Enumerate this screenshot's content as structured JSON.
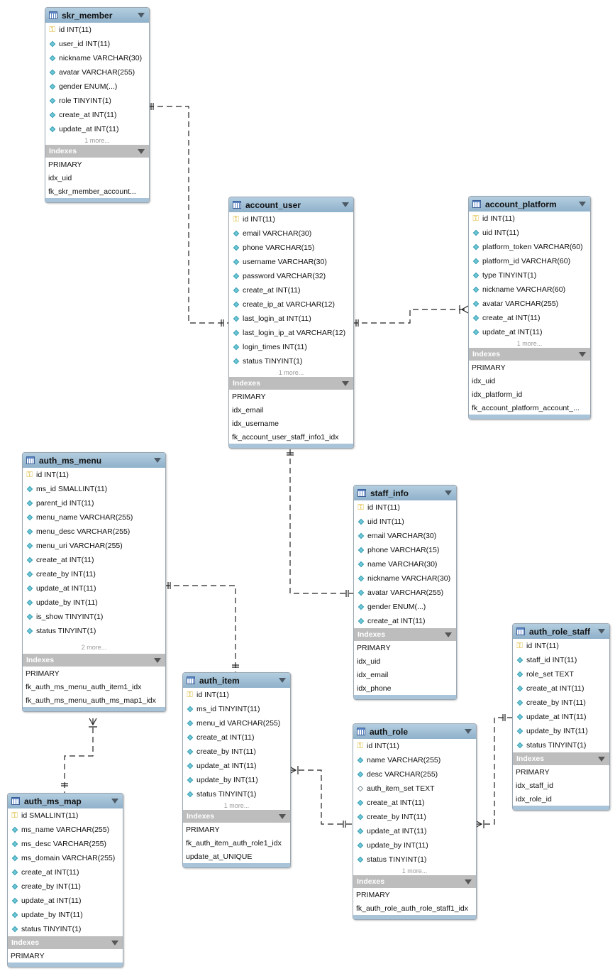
{
  "tables": [
    {
      "name": "skr_member",
      "columns": [
        {
          "text": "id INT(11)",
          "icon": "key-icon"
        },
        {
          "text": "user_id INT(11)",
          "icon": "column-icon"
        },
        {
          "text": "nickname VARCHAR(30)",
          "icon": "column-icon"
        },
        {
          "text": "avatar VARCHAR(255)",
          "icon": "column-icon"
        },
        {
          "text": "gender ENUM(...)",
          "icon": "column-icon"
        },
        {
          "text": "role TINYINT(1)",
          "icon": "column-icon"
        },
        {
          "text": "create_at INT(11)",
          "icon": "column-icon"
        },
        {
          "text": "update_at INT(11)",
          "icon": "column-icon"
        }
      ],
      "more": "1 more...",
      "indexes_label": "Indexes",
      "indexes": [
        "PRIMARY",
        "idx_uid",
        "fk_skr_member_account..."
      ]
    },
    {
      "name": "account_user",
      "columns": [
        {
          "text": "id INT(11)",
          "icon": "key-icon"
        },
        {
          "text": "email VARCHAR(30)",
          "icon": "column-icon"
        },
        {
          "text": "phone VARCHAR(15)",
          "icon": "column-icon"
        },
        {
          "text": "username VARCHAR(30)",
          "icon": "column-icon"
        },
        {
          "text": "password VARCHAR(32)",
          "icon": "column-icon"
        },
        {
          "text": "create_at INT(11)",
          "icon": "column-icon"
        },
        {
          "text": "create_ip_at VARCHAR(12)",
          "icon": "column-icon"
        },
        {
          "text": "last_login_at INT(11)",
          "icon": "column-icon"
        },
        {
          "text": "last_login_ip_at VARCHAR(12)",
          "icon": "column-icon"
        },
        {
          "text": "login_times INT(11)",
          "icon": "column-icon"
        },
        {
          "text": "status TINYINT(1)",
          "icon": "column-icon"
        }
      ],
      "more": "1 more...",
      "indexes_label": "Indexes",
      "indexes": [
        "PRIMARY",
        "idx_email",
        "idx_username",
        "fk_account_user_staff_info1_idx"
      ]
    },
    {
      "name": "account_platform",
      "columns": [
        {
          "text": "id INT(11)",
          "icon": "key-icon"
        },
        {
          "text": "uid INT(11)",
          "icon": "column-icon"
        },
        {
          "text": "platform_token VARCHAR(60)",
          "icon": "column-icon"
        },
        {
          "text": "platform_id VARCHAR(60)",
          "icon": "column-icon"
        },
        {
          "text": "type TINYINT(1)",
          "icon": "column-icon"
        },
        {
          "text": "nickname VARCHAR(60)",
          "icon": "column-icon"
        },
        {
          "text": "avatar VARCHAR(255)",
          "icon": "column-icon"
        },
        {
          "text": "create_at INT(11)",
          "icon": "column-icon"
        },
        {
          "text": "update_at INT(11)",
          "icon": "column-icon"
        }
      ],
      "more": "1 more...",
      "indexes_label": "Indexes",
      "indexes": [
        "PRIMARY",
        "idx_uid",
        "idx_platform_id",
        "fk_account_platform_account_..."
      ]
    },
    {
      "name": "auth_ms_menu",
      "columns": [
        {
          "text": "id INT(11)",
          "icon": "key-icon"
        },
        {
          "text": "ms_id SMALLINT(11)",
          "icon": "column-icon"
        },
        {
          "text": "parent_id INT(11)",
          "icon": "column-icon"
        },
        {
          "text": "menu_name VARCHAR(255)",
          "icon": "column-icon"
        },
        {
          "text": "menu_desc VARCHAR(255)",
          "icon": "column-icon"
        },
        {
          "text": "menu_uri VARCHAR(255)",
          "icon": "column-icon"
        },
        {
          "text": "create_at INT(11)",
          "icon": "column-icon"
        },
        {
          "text": "create_by INT(11)",
          "icon": "column-icon"
        },
        {
          "text": "update_at INT(11)",
          "icon": "column-icon"
        },
        {
          "text": "update_by INT(11)",
          "icon": "column-icon"
        },
        {
          "text": "is_show TINYINT(1)",
          "icon": "column-icon"
        },
        {
          "text": "status TINYINT(1)",
          "icon": "column-icon"
        }
      ],
      "more": "2 more...",
      "indexes_label": "Indexes",
      "indexes": [
        "PRIMARY",
        "fk_auth_ms_menu_auth_item1_idx",
        "fk_auth_ms_menu_auth_ms_map1_idx"
      ]
    },
    {
      "name": "staff_info",
      "columns": [
        {
          "text": "id INT(11)",
          "icon": "key-icon"
        },
        {
          "text": "uid INT(11)",
          "icon": "column-icon"
        },
        {
          "text": "email VARCHAR(30)",
          "icon": "column-icon"
        },
        {
          "text": "phone VARCHAR(15)",
          "icon": "column-icon"
        },
        {
          "text": "name VARCHAR(30)",
          "icon": "column-icon"
        },
        {
          "text": "nickname VARCHAR(30)",
          "icon": "column-icon"
        },
        {
          "text": "avatar VARCHAR(255)",
          "icon": "column-icon"
        },
        {
          "text": "gender ENUM(...)",
          "icon": "column-icon"
        },
        {
          "text": "create_at INT(11)",
          "icon": "column-icon"
        }
      ],
      "more": "",
      "indexes_label": "Indexes",
      "indexes": [
        "PRIMARY",
        "idx_uid",
        "idx_email",
        "idx_phone"
      ]
    },
    {
      "name": "auth_role_staff",
      "columns": [
        {
          "text": "id INT(11)",
          "icon": "key-icon"
        },
        {
          "text": "staff_id INT(11)",
          "icon": "column-icon"
        },
        {
          "text": "role_set TEXT",
          "icon": "column-icon"
        },
        {
          "text": "create_at INT(11)",
          "icon": "column-icon"
        },
        {
          "text": "create_by INT(11)",
          "icon": "column-icon"
        },
        {
          "text": "update_at INT(11)",
          "icon": "column-icon"
        },
        {
          "text": "update_by INT(11)",
          "icon": "column-icon"
        },
        {
          "text": "status TINYINT(1)",
          "icon": "column-icon"
        }
      ],
      "more": "",
      "indexes_label": "Indexes",
      "indexes": [
        "PRIMARY",
        "idx_staff_id",
        "idx_role_id"
      ]
    },
    {
      "name": "auth_item",
      "columns": [
        {
          "text": "id INT(11)",
          "icon": "key-icon"
        },
        {
          "text": "ms_id TINYINT(11)",
          "icon": "column-icon"
        },
        {
          "text": "menu_id VARCHAR(255)",
          "icon": "column-icon"
        },
        {
          "text": "create_at INT(11)",
          "icon": "column-icon"
        },
        {
          "text": "create_by INT(11)",
          "icon": "column-icon"
        },
        {
          "text": "update_at INT(11)",
          "icon": "column-icon"
        },
        {
          "text": "update_by INT(11)",
          "icon": "column-icon"
        },
        {
          "text": "status TINYINT(1)",
          "icon": "column-icon"
        }
      ],
      "more": "1 more...",
      "indexes_label": "Indexes",
      "indexes": [
        "PRIMARY",
        "fk_auth_item_auth_role1_idx",
        "update_at_UNIQUE"
      ]
    },
    {
      "name": "auth_role",
      "columns": [
        {
          "text": "id INT(11)",
          "icon": "key-icon"
        },
        {
          "text": "name VARCHAR(255)",
          "icon": "column-icon"
        },
        {
          "text": "desc VARCHAR(255)",
          "icon": "column-icon"
        },
        {
          "text": "auth_item_set TEXT",
          "icon": "nullable-column-icon"
        },
        {
          "text": "create_at INT(11)",
          "icon": "column-icon"
        },
        {
          "text": "create_by INT(11)",
          "icon": "column-icon"
        },
        {
          "text": "update_at INT(11)",
          "icon": "column-icon"
        },
        {
          "text": "update_by INT(11)",
          "icon": "column-icon"
        },
        {
          "text": "status TINYINT(1)",
          "icon": "column-icon"
        }
      ],
      "more": "1 more...",
      "indexes_label": "Indexes",
      "indexes": [
        "PRIMARY",
        "fk_auth_role_auth_role_staff1_idx"
      ]
    },
    {
      "name": "auth_ms_map",
      "columns": [
        {
          "text": "id SMALLINT(11)",
          "icon": "key-icon"
        },
        {
          "text": "ms_name VARCHAR(255)",
          "icon": "column-icon"
        },
        {
          "text": "ms_desc VARCHAR(255)",
          "icon": "column-icon"
        },
        {
          "text": "ms_domain VARCHAR(255)",
          "icon": "column-icon"
        },
        {
          "text": "create_at INT(11)",
          "icon": "column-icon"
        },
        {
          "text": "create_by INT(11)",
          "icon": "column-icon"
        },
        {
          "text": "update_at INT(11)",
          "icon": "column-icon"
        },
        {
          "text": "update_by INT(11)",
          "icon": "column-icon"
        },
        {
          "text": "status TINYINT(1)",
          "icon": "column-icon"
        }
      ],
      "more": "",
      "indexes_label": "Indexes",
      "indexes": [
        "PRIMARY"
      ]
    }
  ],
  "relationships": [
    {
      "from": "skr_member",
      "to": "account_user",
      "type": "one-to-one"
    },
    {
      "from": "account_user",
      "to": "account_platform",
      "type": "one-to-many"
    },
    {
      "from": "account_user",
      "to": "staff_info",
      "type": "one-to-one"
    },
    {
      "from": "auth_ms_menu",
      "to": "auth_item",
      "type": "one-to-one"
    },
    {
      "from": "auth_ms_menu",
      "to": "auth_ms_map",
      "type": "many-to-one"
    },
    {
      "from": "auth_item",
      "to": "auth_role",
      "type": "many-to-one"
    },
    {
      "from": "auth_role",
      "to": "auth_role_staff",
      "type": "many-to-one"
    }
  ],
  "colors": {
    "header": "#9dbdd6",
    "index_header": "#bdbdbd",
    "column_icon": "#6cc9d8",
    "key_icon": "#d8b21f",
    "line": "#222222"
  }
}
